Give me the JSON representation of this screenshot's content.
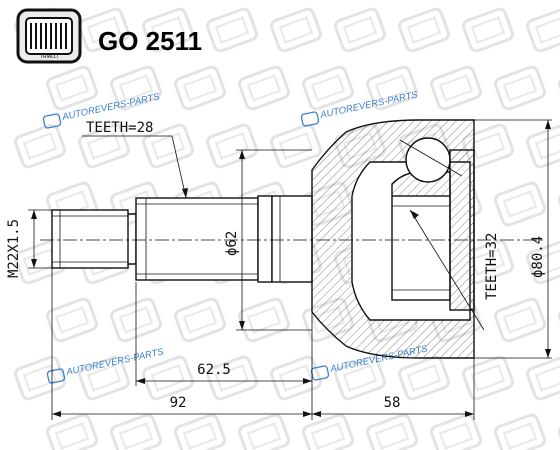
{
  "header": {
    "logo_text": "TRIALLI",
    "part_number": "GO 2511"
  },
  "watermark": {
    "text": "AUTOREVERS-PARTS"
  },
  "labels": {
    "teeth_shaft": "TEETH=28",
    "teeth_housing": "TEETH=32",
    "thread": "M22X1.5",
    "shaft_diameter": "ϕ62",
    "housing_diameter": "ϕ80.4",
    "len_62_5": "62.5",
    "len_92": "92",
    "len_58": "58"
  },
  "colors": {
    "line": "#111111",
    "watermark": "#3a7fd0",
    "logo_bg": "#ececec"
  }
}
